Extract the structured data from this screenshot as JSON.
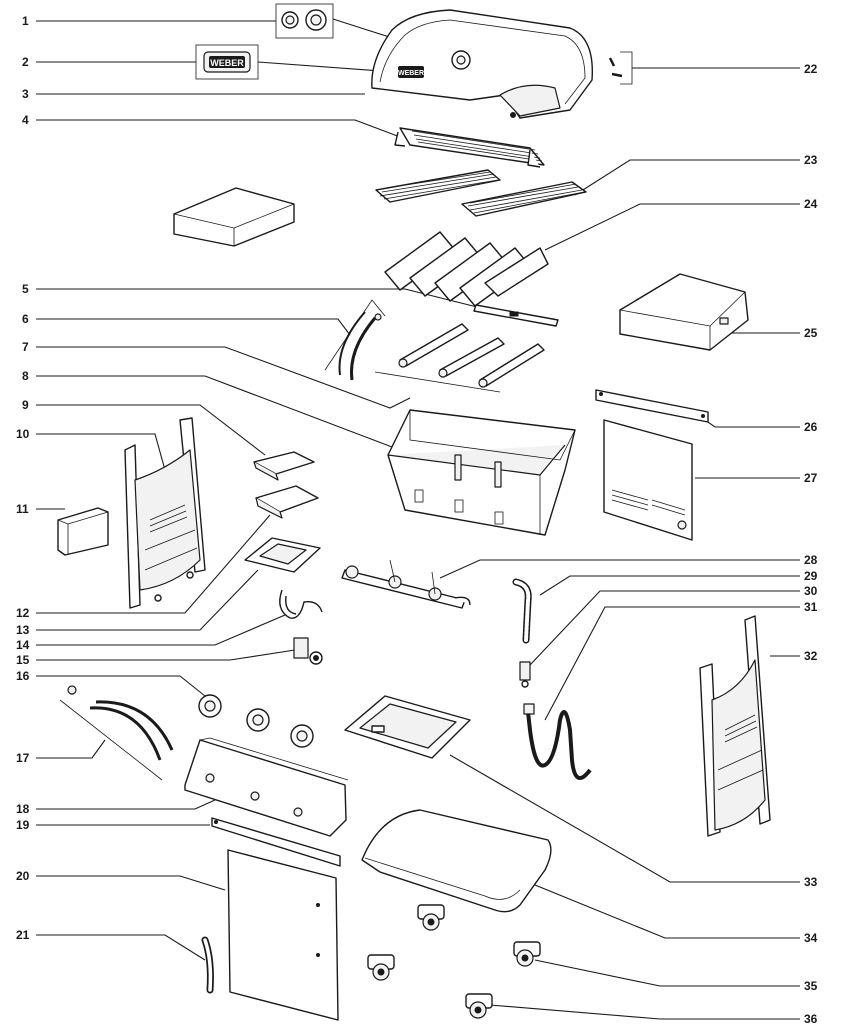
{
  "callouts": [
    {
      "n": "1"
    },
    {
      "n": "2"
    },
    {
      "n": "3"
    },
    {
      "n": "4"
    },
    {
      "n": "5"
    },
    {
      "n": "6"
    },
    {
      "n": "7"
    },
    {
      "n": "8"
    },
    {
      "n": "9"
    },
    {
      "n": "10"
    },
    {
      "n": "11"
    },
    {
      "n": "12"
    },
    {
      "n": "13"
    },
    {
      "n": "14"
    },
    {
      "n": "15"
    },
    {
      "n": "16"
    },
    {
      "n": "17"
    },
    {
      "n": "18"
    },
    {
      "n": "19"
    },
    {
      "n": "20"
    },
    {
      "n": "21"
    },
    {
      "n": "22"
    },
    {
      "n": "23"
    },
    {
      "n": "24"
    },
    {
      "n": "25"
    },
    {
      "n": "26"
    },
    {
      "n": "27"
    },
    {
      "n": "28"
    },
    {
      "n": "29"
    },
    {
      "n": "30"
    },
    {
      "n": "31"
    },
    {
      "n": "32"
    },
    {
      "n": "33"
    },
    {
      "n": "34"
    },
    {
      "n": "35"
    },
    {
      "n": "36"
    }
  ],
  "logo": {
    "text": "WEBER"
  },
  "colors": {
    "line": "#1a1a1a",
    "background": "#ffffff",
    "fill": "#f2f2f2"
  }
}
